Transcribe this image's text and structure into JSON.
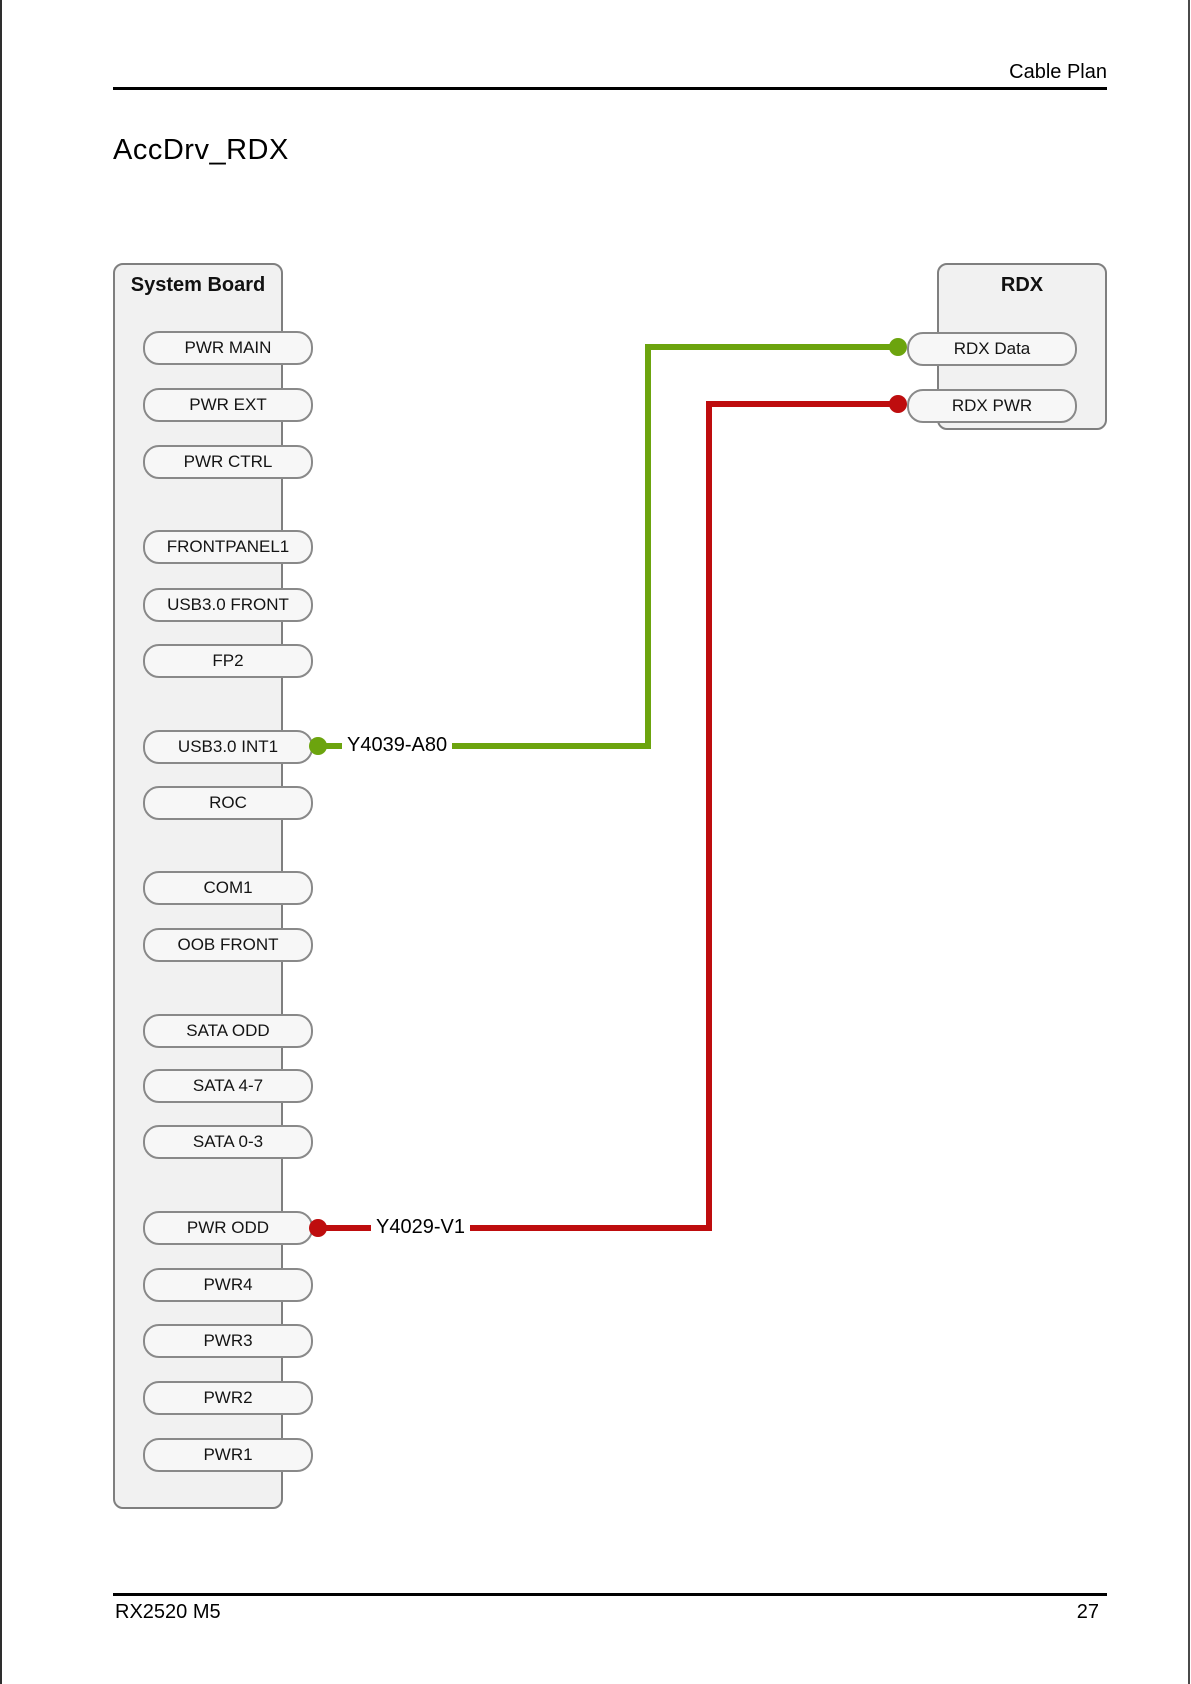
{
  "page": {
    "header": "Cable Plan",
    "title": "AccDrv_RDX",
    "footer_model": "RX2520 M5",
    "footer_page": "27"
  },
  "colors": {
    "cable_green": "#6CA40E",
    "cable_red": "#BE0D0E",
    "box_fill": "#F1F1F1",
    "box_border": "#7F7F7F",
    "pill_fill": "#F7F7F7",
    "pill_border": "#898989"
  },
  "system_board": {
    "title": "System Board",
    "connectors": [
      {
        "label": "PWR MAIN"
      },
      {
        "label": "PWR EXT"
      },
      {
        "label": "PWR CTRL"
      },
      {
        "label": "FRONTPANEL1"
      },
      {
        "label": "USB3.0 FRONT"
      },
      {
        "label": "FP2"
      },
      {
        "label": "USB3.0 INT1"
      },
      {
        "label": "ROC"
      },
      {
        "label": "COM1"
      },
      {
        "label": "OOB FRONT"
      },
      {
        "label": "SATA ODD"
      },
      {
        "label": "SATA 4-7"
      },
      {
        "label": "SATA 0-3"
      },
      {
        "label": "PWR ODD"
      },
      {
        "label": "PWR4"
      },
      {
        "label": "PWR3"
      },
      {
        "label": "PWR2"
      },
      {
        "label": "PWR1"
      }
    ]
  },
  "rdx": {
    "title": "RDX",
    "connectors": [
      {
        "label": "RDX Data"
      },
      {
        "label": "RDX PWR"
      }
    ]
  },
  "cables": [
    {
      "label": "Y4039-A80",
      "color": "#6CA40E",
      "from": "USB3.0 INT1",
      "to": "RDX Data"
    },
    {
      "label": "Y4029-V1",
      "color": "#BE0D0E",
      "from": "PWR ODD",
      "to": "RDX PWR"
    }
  ]
}
